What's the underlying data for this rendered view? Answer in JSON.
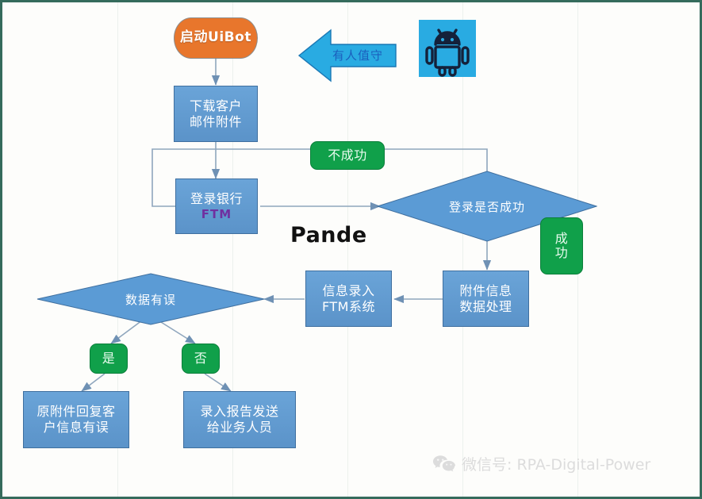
{
  "diagram": {
    "title_text": "Pande",
    "background_color": "#fdfdfb",
    "frame_color": "#356b5c",
    "colors": {
      "start_fill": "#e8762c",
      "process_fill": "#5b9bd5",
      "decision_fill": "#5b9bd5",
      "label_fill": "#10a04a",
      "arrow_fill": "#29abe2",
      "android_tile_fill": "#29abe2",
      "ftm_text": "#7030a0",
      "connector_line": "#8fa6bd"
    },
    "nodes": {
      "start": {
        "label": "启动UiBot",
        "shape": "rounded-rectangle"
      },
      "download": {
        "line1": "下载客户",
        "line2": "邮件附件",
        "shape": "rectangle"
      },
      "login_bank": {
        "line1": "登录银行",
        "line2": "FTM",
        "shape": "rectangle"
      },
      "login_decision": {
        "label": "登录是否成功",
        "shape": "diamond"
      },
      "attachment_process": {
        "line1": "附件信息",
        "line2": "数据处理",
        "shape": "rectangle"
      },
      "entry_ftm": {
        "line1": "信息录入",
        "line2": "FTM系统",
        "shape": "rectangle"
      },
      "data_error_decision": {
        "label": "数据有误",
        "shape": "diamond"
      },
      "reply_customer": {
        "line1": "原附件回复客",
        "line2": "户信息有误",
        "shape": "rectangle"
      },
      "send_report": {
        "line1": "录入报告发送",
        "line2": "给业务人员",
        "shape": "rectangle"
      }
    },
    "labels": {
      "fail": "不成功",
      "success_line1": "成",
      "success_line2": "功",
      "yes": "是",
      "no": "否",
      "attended": "有人值守"
    },
    "icons": {
      "android": "android-robot-icon",
      "wechat": "wechat-logo-icon"
    },
    "watermark": {
      "text": "微信号: RPA-Digital-Power"
    }
  }
}
